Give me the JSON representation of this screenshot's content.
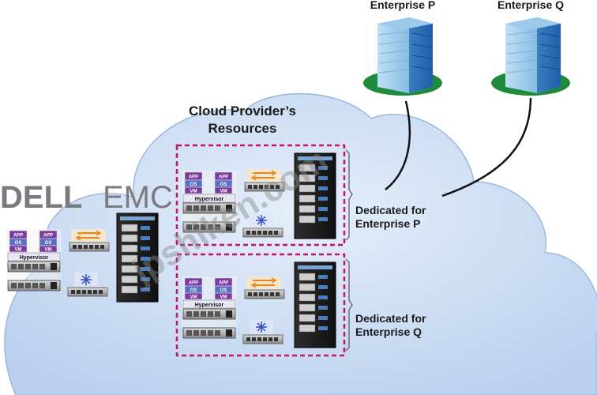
{
  "enterprises": [
    {
      "name": "Enterprise P"
    },
    {
      "name": "Enterprise Q"
    }
  ],
  "cloud": {
    "title_line1": "Cloud Provider’s",
    "title_line2": "Resources"
  },
  "dedicated": [
    {
      "line1": "Dedicated for",
      "line2": "Enterprise P"
    },
    {
      "line1": "Dedicated for",
      "line2": "Enterprise Q"
    }
  ],
  "vm_chip": {
    "top": "APP",
    "mid": "OS",
    "bottom": "VM"
  },
  "hypervisor_label": "Hypervisor",
  "logo": {
    "part1": "DELL",
    "part2": "EMC"
  },
  "watermark": "jpshiken.com",
  "colors": {
    "cloud_fill": "#c9dcf3",
    "cloud_stroke": "#7fa3cf",
    "dashed_box": "#c4136a",
    "building": "#4a90c8",
    "grass": "#1f8a3a",
    "chip_top": "#7b3b9e",
    "chip_mid": "#5a6fc4"
  },
  "icons": [
    "building-icon",
    "server-rack-icon",
    "network-switch-icon",
    "san-switch-icon",
    "storage-array-icon"
  ]
}
